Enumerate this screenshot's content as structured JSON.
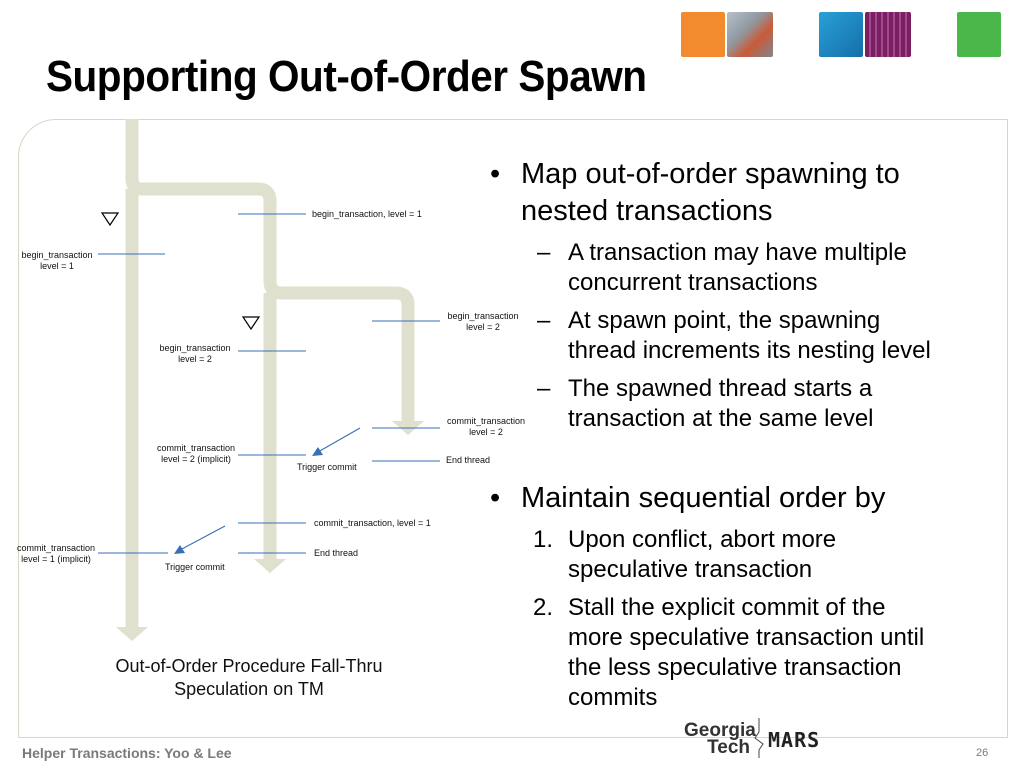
{
  "slide": {
    "title": "Supporting Out-of-Order Spawn",
    "header_swatch_colors": [
      "#f28a2e",
      "#8a94a0",
      "#1a87c4",
      "#8b2a6e",
      "#4bb74a"
    ]
  },
  "diagram": {
    "labels": {
      "begin_tx_level1_right": "begin_transaction, level = 1",
      "begin_tx_left_1": "begin_transaction",
      "begin_tx_left_2": "level = 1",
      "begin_tx_mid_1": "begin_transaction",
      "begin_tx_mid_2": "level = 2",
      "begin_tx_right_1": "begin_transaction",
      "begin_tx_right_2": "level = 2",
      "commit_tx_right_1": "commit_transaction",
      "commit_tx_right_2": "level = 2",
      "commit_tx_mid_1": "commit_transaction",
      "commit_tx_mid_2": "level = 2 (implicit)",
      "end_thread_right": "End thread",
      "trigger_commit_mid": "Trigger commit",
      "commit_tx_level1_right": "commit_transaction, level = 1",
      "commit_tx_left_1": "commit_transaction",
      "commit_tx_left_2": "level = 1 (implicit)",
      "end_thread_mid": "End thread",
      "trigger_commit_left": "Trigger commit"
    },
    "caption_line1": "Out-of-Order Procedure Fall-Thru",
    "caption_line2": "Speculation on TM",
    "colors": {
      "thread_path": "#dfe0cd",
      "line": "#3a6fb8"
    }
  },
  "bullets": {
    "b1": {
      "marker": "•",
      "line1": "Map out-of-order spawning to",
      "line2": "nested transactions"
    },
    "b1_subs": [
      {
        "marker": "–",
        "line1": "A transaction may have multiple",
        "line2": "concurrent transactions"
      },
      {
        "marker": "–",
        "line1": "At spawn point, the spawning",
        "line2": "thread increments its nesting level"
      },
      {
        "marker": "–",
        "line1": "The spawned thread starts a",
        "line2": "transaction at the same level"
      }
    ],
    "b2": {
      "marker": "•",
      "line1": "Maintain sequential order by"
    },
    "b2_subs": [
      {
        "marker": "1.",
        "lines": [
          "Upon conflict, abort more",
          "speculative transaction"
        ]
      },
      {
        "marker": "2.",
        "lines": [
          "Stall the explicit commit of the",
          "more speculative transaction until",
          "the less speculative transaction",
          "commits"
        ]
      }
    ]
  },
  "footer": {
    "left": "Helper Transactions: Yoo & Lee",
    "page": "26",
    "logo_line1": "Georgia",
    "logo_line2": "Tech",
    "logo_mars": "MARS"
  }
}
